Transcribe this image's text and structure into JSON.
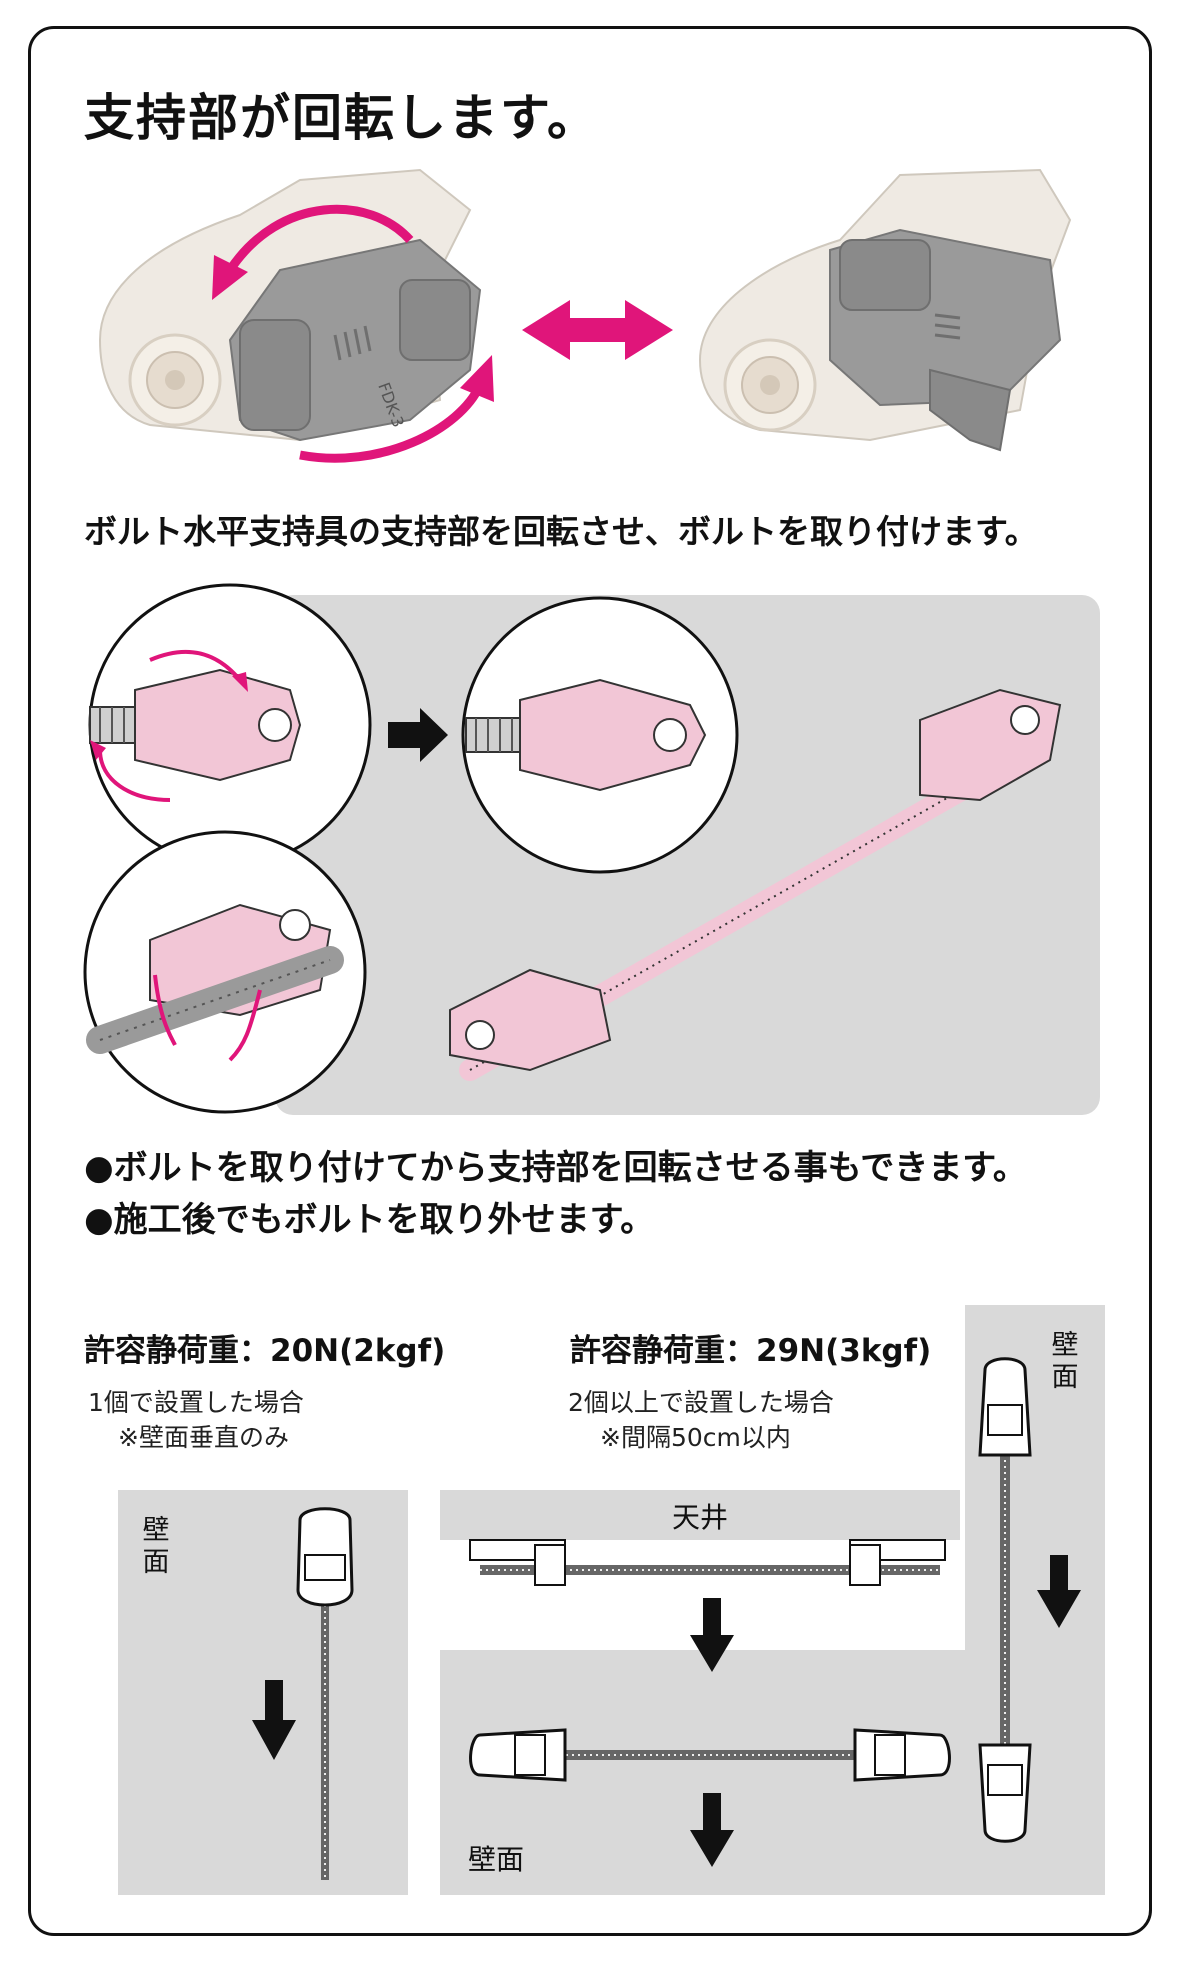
{
  "title": "支持部が回転します。",
  "caption": "ボルト水平支持具の支持部を回転させ、ボルトを取り付けます。",
  "bullets": [
    "●ボルトを取り付けてから支持部を回転させる事もできます。",
    "●施工後でもボルトを取り外せます。"
  ],
  "product_marking": "FDK-3",
  "load_single": {
    "heading": "許容静荷重：20N(2kgf)",
    "line1": "1個で設置した場合",
    "line2": "※壁面垂直のみ",
    "wall_label_1": "壁",
    "wall_label_2": "面"
  },
  "load_multi": {
    "heading": "許容静荷重：29N(3kgf)",
    "line1": "2個以上で設置した場合",
    "line2": "※間隔50cm以内",
    "ceiling_label": "天井",
    "wall_label_bottom": "壁面",
    "wall_label_right_1": "壁",
    "wall_label_right_2": "面"
  },
  "colors": {
    "accent_magenta": "#e0157a",
    "part_pink": "#f2c6d6",
    "part_gray": "#8f8f8f",
    "part_white": "#efeae3",
    "panel_gray": "#d9d9d9"
  },
  "icons": [
    "double-arrow-icon",
    "right-arrow-icon",
    "down-arrow-icon",
    "rotate-arrow-icon"
  ]
}
